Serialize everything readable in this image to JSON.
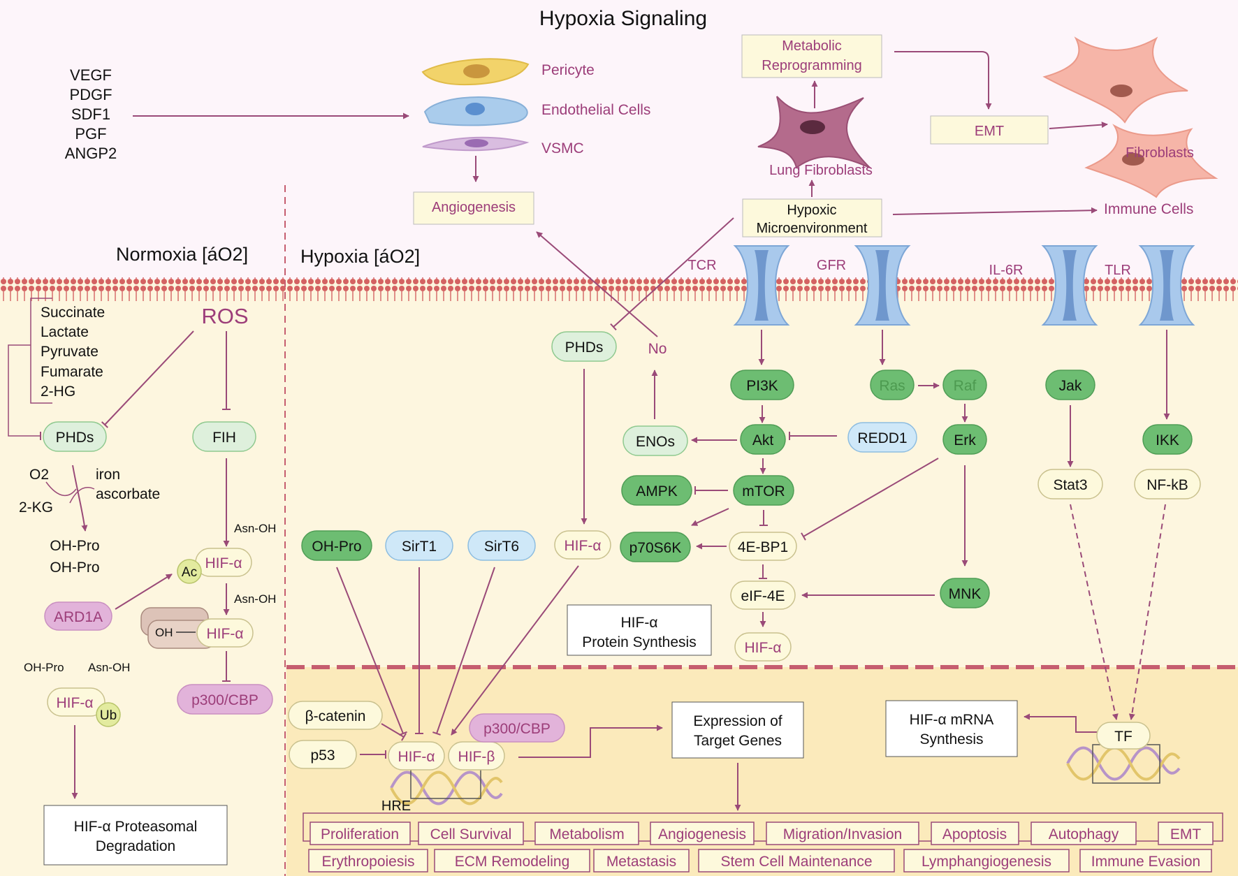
{
  "title": "Hypoxia Signaling",
  "colors": {
    "top_bg": "#fdf5fa",
    "cell_bg": "#fdf6df",
    "nucleus_bg": "#fbeabb",
    "membrane": "#d46262",
    "arrow": "#9a4a78",
    "text_purple": "#9c3d79",
    "green_dark": "#6dbd72",
    "green_light": "#def0dc",
    "blue": "#cfe8f8",
    "pink": "#e2b3da",
    "cream": "#fdf9dc",
    "text_green": "#4d9a50"
  },
  "growth_factors": [
    "VEGF",
    "PDGF",
    "SDF1",
    "PGF",
    "ANGP2"
  ],
  "cell_types": {
    "pericyte": "Pericyte",
    "endothelial": "Endothelial Cells",
    "vsmc": "VSMC",
    "lung_fibroblasts": "Lung Fibroblasts",
    "fibroblasts": "Fibroblasts",
    "immune": "Immune Cells"
  },
  "boxes": {
    "angiogenesis": "Angiogenesis",
    "metabolic": [
      "Metabolic",
      "Reprogramming"
    ],
    "emt": "EMT",
    "hypoxic_env": [
      "Hypoxic",
      "Microenvironment"
    ],
    "protein_synthesis": [
      "HIF-α",
      "Protein Synthesis"
    ],
    "expression": [
      "Expression of",
      "Target Genes"
    ],
    "mrna": [
      "HIF-α mRNA",
      "Synthesis"
    ],
    "proteasomal": [
      "HIF-α Proteasomal",
      "Degradation"
    ]
  },
  "sections": {
    "normoxia": "Normoxia [áO2]",
    "hypoxia": "Hypoxia [áO2]"
  },
  "receptors": [
    "TCR",
    "GFR",
    "IL-6R",
    "TLR"
  ],
  "normoxia": {
    "metabolites": [
      "Succinate",
      "Lactate",
      "Pyruvate",
      "Fumarate",
      "2-HG"
    ],
    "ros": "ROS",
    "phds": "PHDs",
    "fih": "FIH",
    "o2": "O2",
    "cofactors": [
      "iron",
      "ascorbate"
    ],
    "twokg": "2-KG",
    "ohpro": [
      "OH-Pro",
      "OH-Pro"
    ],
    "asnoh": "Asn-OH",
    "hif_a": "HIF-α",
    "ac": "Ac",
    "ard1a": "ARD1A",
    "oh": "OH",
    "p300": "p300/CBP",
    "ub": "Ub",
    "ohpro_small": "OH-Pro",
    "asnoh_small": "Asn-OH"
  },
  "hypoxia_nodes": {
    "phds": "PHDs",
    "no": "No",
    "pi3k": "PI3K",
    "akt": "Akt",
    "mtor": "mTOR",
    "enos": "ENOs",
    "ampk": "AMPK",
    "redd1": "REDD1",
    "ras": "Ras",
    "raf": "Raf",
    "erk": "Erk",
    "ebp1": "4E-BP1",
    "p70": "p70S6K",
    "eif4e": "eIF-4E",
    "mnk": "MNK",
    "hif_a": "HIF-α",
    "jak": "Jak",
    "stat3": "Stat3",
    "ikk": "IKK",
    "nfkb": "NF-kB",
    "ohpro": "OH-Pro",
    "sirt1": "SirT1",
    "sirt6": "SirT6"
  },
  "nucleus": {
    "bcatenin": "β-catenin",
    "p53": "p53",
    "hif_a": "HIF-α",
    "hif_b": "HIF-β",
    "p300": "p300/CBP",
    "hre": "HRE",
    "tf": "TF"
  },
  "outcomes": [
    [
      "Proliferation",
      "Cell Survival",
      "Metabolism",
      "Angiogenesis",
      "Migration/Invasion",
      "Apoptosis",
      "Autophagy",
      "EMT"
    ],
    [
      "Erythropoiesis",
      "ECM Remodeling",
      "Metastasis",
      "Stem Cell Maintenance",
      "Lymphangiogenesis",
      "Immune Evasion"
    ]
  ]
}
